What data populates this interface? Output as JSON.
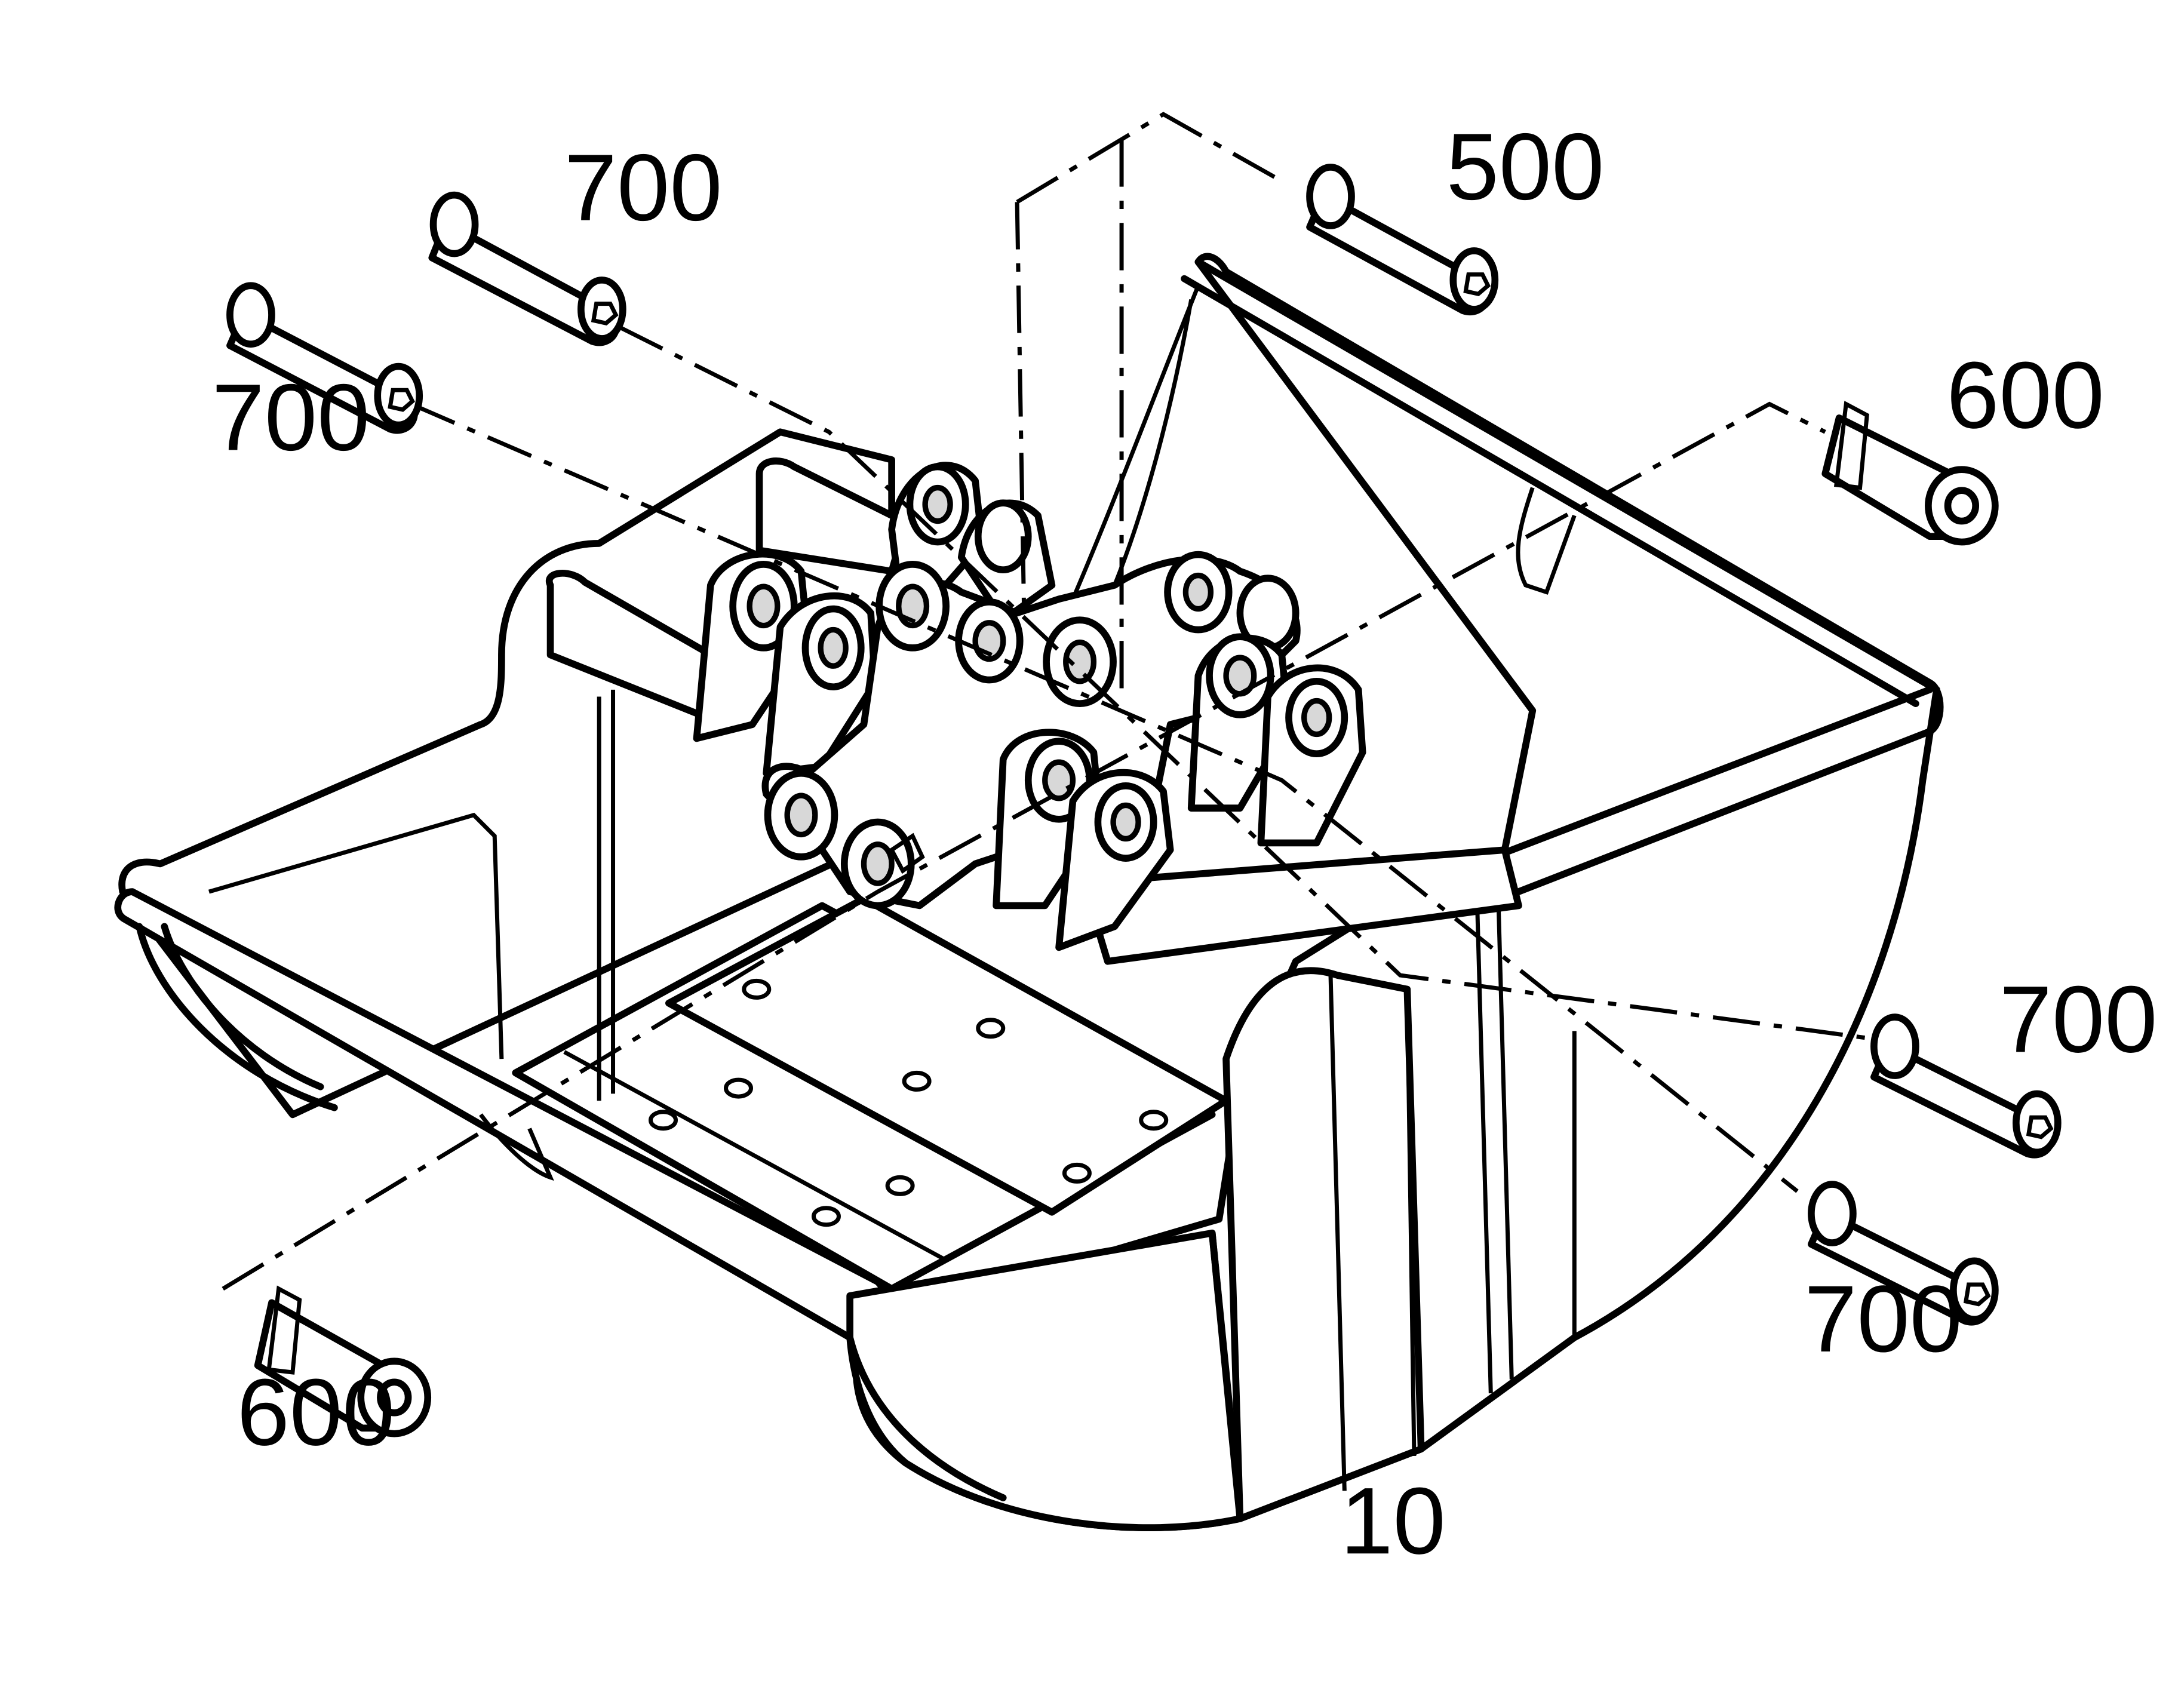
{
  "labels": {
    "pin_500": "500",
    "pin_600_right": "600",
    "pin_600_left": "600",
    "pin_700_upper_a": "700",
    "pin_700_upper_b": "700",
    "pin_700_right_a": "700",
    "pin_700_right_b": "700",
    "bucket_10": "10"
  }
}
